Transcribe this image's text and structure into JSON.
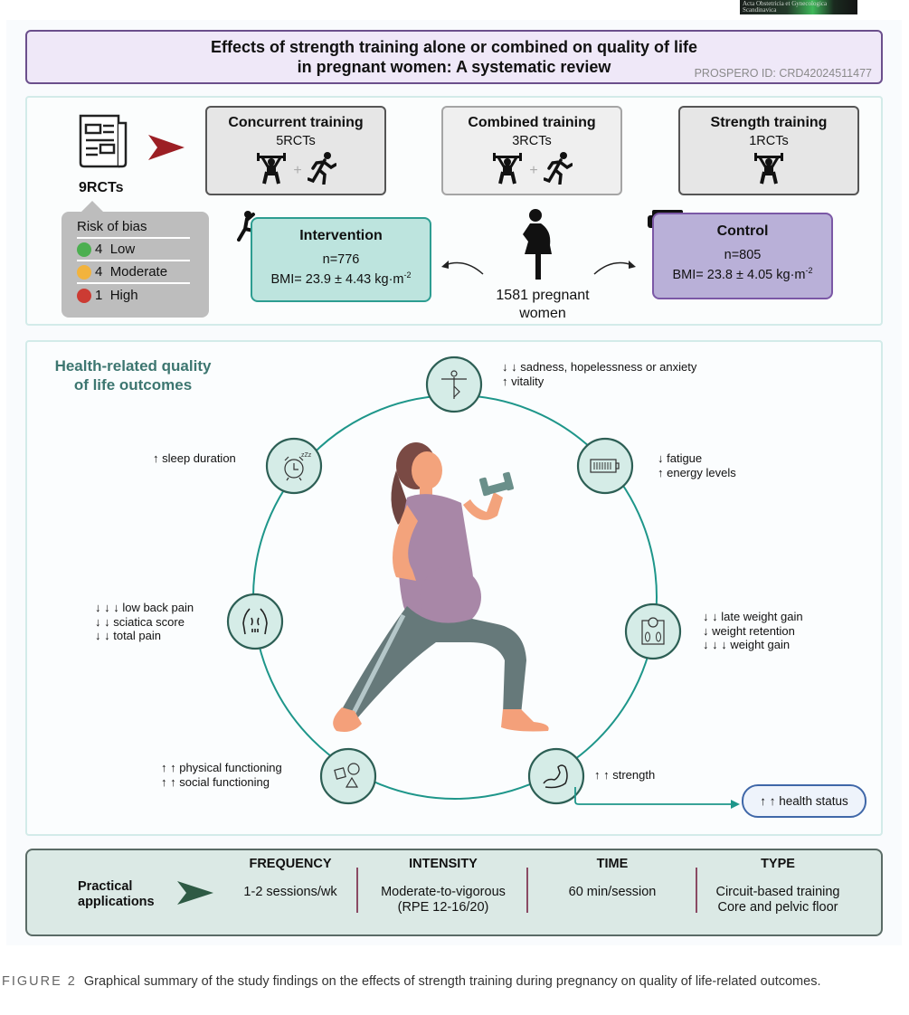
{
  "journal_thumbnail": {
    "line1": "Acta Obstetricia et Gynecologica",
    "line2": "Scandinavica"
  },
  "header": {
    "title": "Effects of strength training alone or combined on quality of life in pregnant women: A systematic review",
    "prospero": "PROSPERO ID: CRD42024511477"
  },
  "studies": {
    "total_label": "9RCTs",
    "training_types": [
      {
        "title": "Concurrent training",
        "count": "5RCTs",
        "icons": [
          "weightlifter-icon",
          "runner-icon"
        ]
      },
      {
        "title": "Combined training",
        "count": "3RCTs",
        "icons": [
          "weightlifter-icon",
          "runner-icon"
        ]
      },
      {
        "title": "Strength training",
        "count": "1RCTs",
        "icons": [
          "weightlifter-icon"
        ]
      }
    ],
    "plus": "+"
  },
  "risk_of_bias": {
    "title": "Risk of bias",
    "rows": [
      {
        "count": "4",
        "label": "Low",
        "color": "#4caf50"
      },
      {
        "count": "4",
        "label": "Moderate",
        "color": "#f2b33d"
      },
      {
        "count": "1",
        "label": "High",
        "color": "#cc3b33"
      }
    ]
  },
  "population": {
    "total": "1581 pregnant",
    "total_line2": "women",
    "intervention": {
      "title": "Intervention",
      "n": "n=776",
      "bmi": "BMI= 23.9 ± 4.43 kg·m",
      "bmi_sup": "-2"
    },
    "control": {
      "title": "Control",
      "n": "n=805",
      "bmi": "BMI= 23.8 ± 4.05 kg·m",
      "bmi_sup": "-2"
    }
  },
  "outcomes": {
    "title_line1": "Health-related quality",
    "title_line2": "of life outcomes",
    "items": [
      {
        "icon": "yoga-pose-icon",
        "lines": [
          "↓ ↓ sadness, hopelessness or anxiety",
          "↑ vitality"
        ]
      },
      {
        "icon": "battery-icon",
        "lines": [
          "↓ fatigue",
          "↑ energy levels"
        ]
      },
      {
        "icon": "scale-icon",
        "lines": [
          "↓ ↓ late weight gain",
          "↓ weight retention",
          "↓ ↓ ↓ weight gain"
        ]
      },
      {
        "icon": "flexed-bicep-icon",
        "lines": [
          "↑ ↑ strength"
        ]
      },
      {
        "icon": "shapes-icon",
        "lines": [
          "↑ ↑ physical functioning",
          "↑ ↑ social functioning"
        ]
      },
      {
        "icon": "back-pain-icon",
        "lines": [
          "↓ ↓ ↓ low back pain",
          "↓ ↓ sciatica score",
          "↓ ↓ total pain"
        ]
      },
      {
        "icon": "alarm-clock-icon",
        "lines": [
          "↑ sleep duration"
        ]
      }
    ],
    "health_status": "↑ ↑ health status"
  },
  "practical": {
    "label_line1": "Practical",
    "label_line2": "applications",
    "columns": [
      {
        "header": "FREQUENCY",
        "lines": [
          "1-2 sessions/wk"
        ]
      },
      {
        "header": "INTENSITY",
        "lines": [
          "Moderate-to-vigorous",
          "(RPE 12-16/20)"
        ]
      },
      {
        "header": "TIME",
        "lines": [
          "60 min/session"
        ]
      },
      {
        "header": "TYPE",
        "lines": [
          "Circuit-based training",
          "Core and pelvic floor"
        ]
      }
    ]
  },
  "caption": {
    "figure_label": "FIGURE 2",
    "text": "Graphical summary of the study findings on the effects of strength training during pregnancy on quality of life-related outcomes."
  },
  "colors": {
    "accent_teal": "#1e968a",
    "circle_fill": "#d5ece7",
    "circle_stroke": "#2d5f55",
    "intervention_fill": "#bde4de",
    "control_fill": "#b9b0d8",
    "title_border": "#6b4f8c",
    "arrow_red": "#9c1f24",
    "arrow_green": "#2e5a44"
  }
}
